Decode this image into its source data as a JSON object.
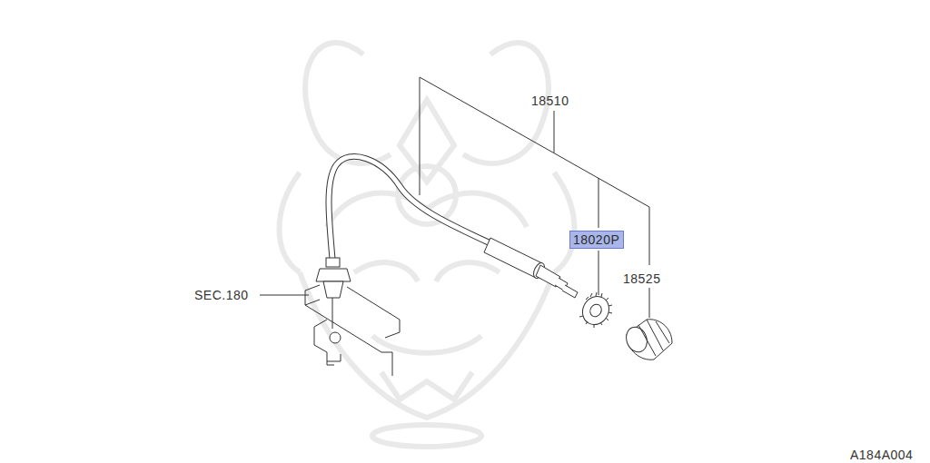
{
  "diagram": {
    "nodes": [
      {
        "text": [
          "18020P"
        ]
      }
    ],
    "labels": [
      "18510",
      "18525",
      "SEC.180",
      "A184A004"
    ]
  }
}
